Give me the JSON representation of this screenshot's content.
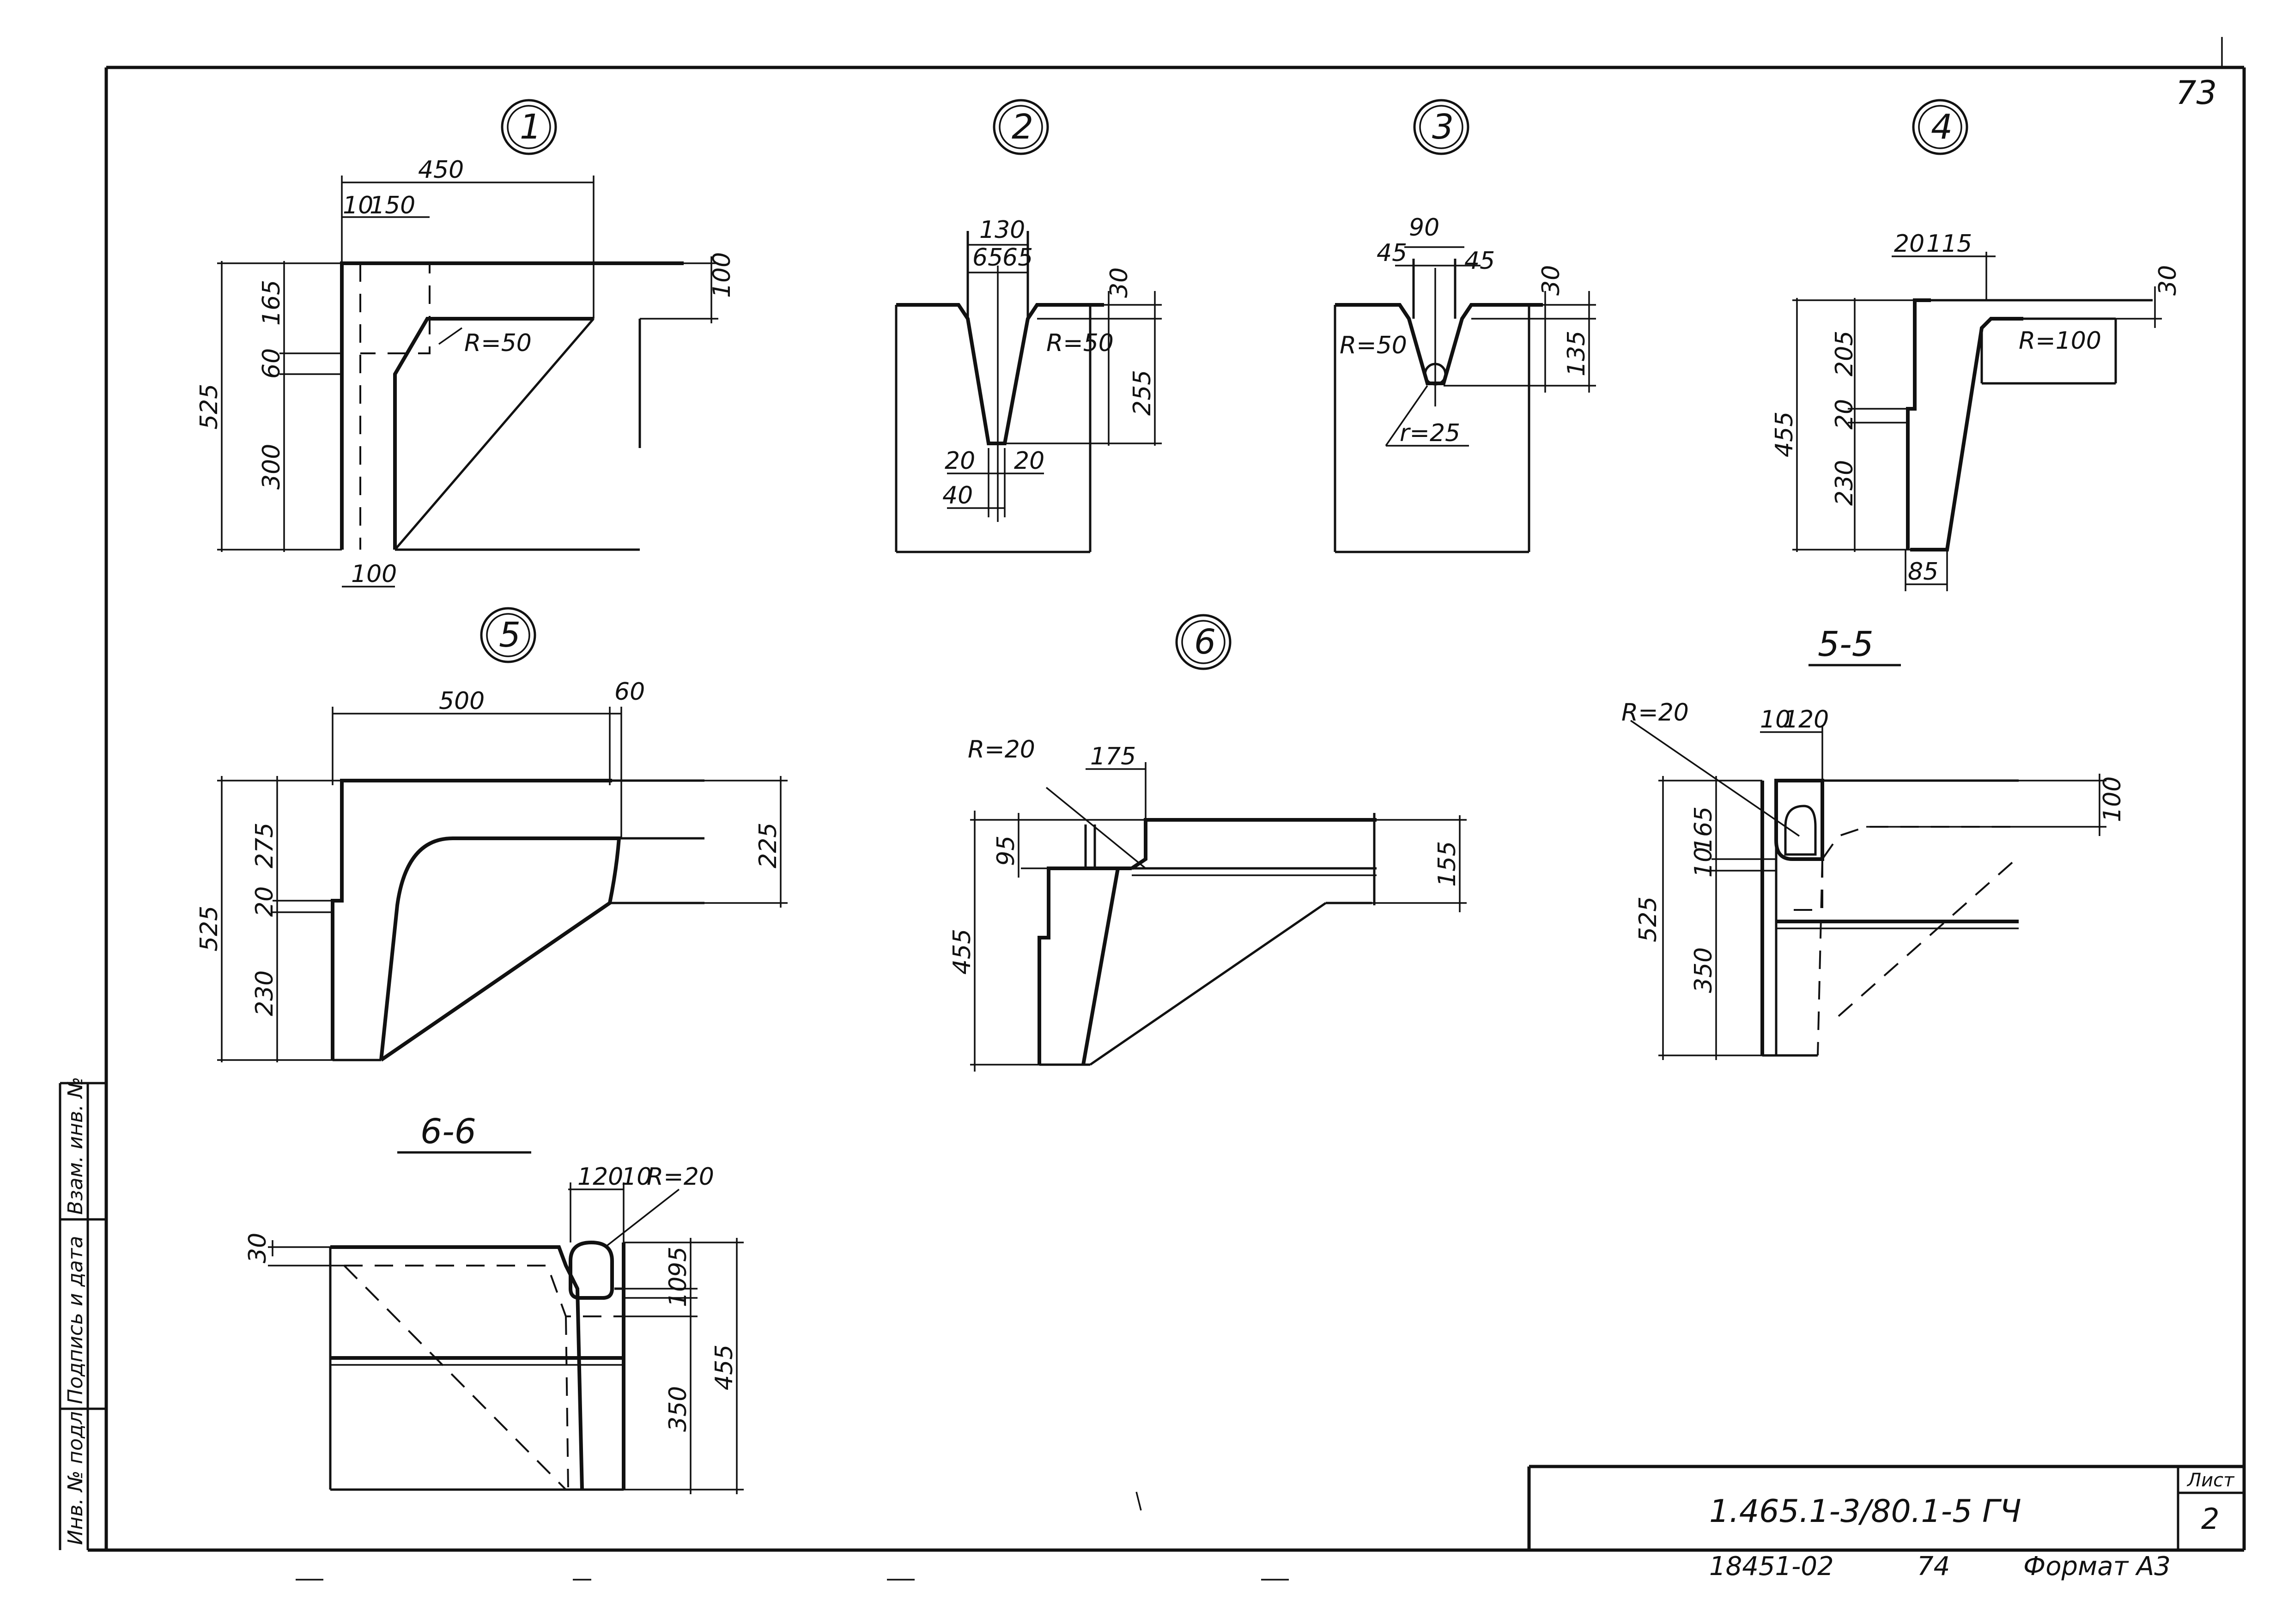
{
  "sheet": {
    "page_number": "73",
    "designation": "1.465.1-3/80.1-5 ГЧ",
    "sheet_label": "Лист",
    "sheet_number": "2",
    "format_label": "Формат А3",
    "bottom_code": "18451-02",
    "bottom_code2": "74",
    "stamp_fields": [
      "Инв. № подл.",
      "Подпись и дата",
      "Взам. инв. №"
    ]
  },
  "views": {
    "v1": {
      "mark": "1",
      "d450": "450",
      "d10": "10",
      "d150": "150",
      "d100top": "100",
      "d165": "165",
      "d60": "60",
      "d300": "300",
      "d525": "525",
      "r50": "R=50",
      "d100bot": "100"
    },
    "v2": {
      "mark": "2",
      "d130": "130",
      "d65a": "65",
      "d65b": "65",
      "d30": "30",
      "r50": "R=50",
      "d255": "255",
      "d20a": "20",
      "d20b": "20",
      "d40": "40"
    },
    "v3": {
      "mark": "3",
      "d90": "90",
      "d45a": "45",
      "d45b": "45",
      "d30": "30",
      "r50": "R=50",
      "d135": "135",
      "r25": "r=25"
    },
    "v4": {
      "mark": "4",
      "d20": "20",
      "d115": "115",
      "d30": "30",
      "r100": "R=100",
      "d205": "205",
      "d20v": "20",
      "d230": "230",
      "d455": "455",
      "d85": "85"
    },
    "v5": {
      "mark": "5",
      "d500": "500",
      "d60": "60",
      "d275": "275",
      "d20": "20",
      "d230": "230",
      "d525": "525",
      "d225": "225"
    },
    "v6": {
      "mark": "6",
      "r20": "R=20",
      "d175": "175",
      "d95": "95",
      "d455": "455",
      "d155": "155"
    },
    "s55": {
      "title": "5-5",
      "r20": "R=20",
      "d10": "10",
      "d120": "120",
      "d100": "100",
      "d165": "165",
      "d10v": "10",
      "d350": "350",
      "d525": "525"
    },
    "s66": {
      "title": "6-6",
      "d120": "120",
      "d10": "10",
      "r20": "R=20",
      "d30": "30",
      "d10v": "10",
      "d95": "95",
      "d350": "350",
      "d455": "455"
    }
  }
}
